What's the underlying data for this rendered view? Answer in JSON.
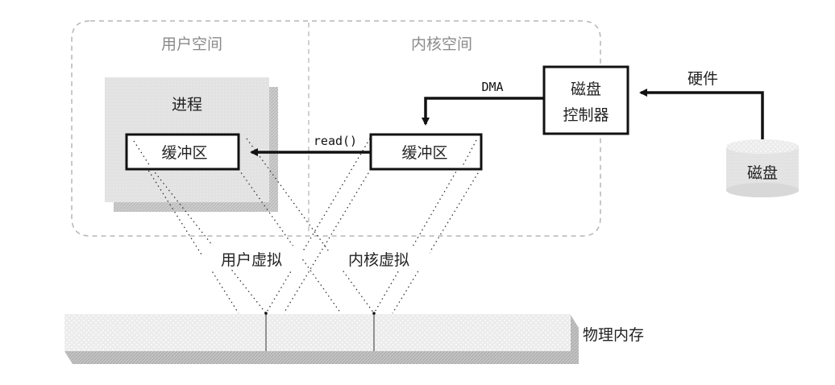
{
  "regions": {
    "user_space": "用户空间",
    "kernel_space": "内核空间"
  },
  "process": {
    "label": "进程",
    "buffer": "缓冲区"
  },
  "kernel": {
    "buffer": "缓冲区"
  },
  "controller": {
    "line1": "磁盘",
    "line2": "控制器"
  },
  "disk": {
    "label": "磁盘"
  },
  "arrows": {
    "read": "read()",
    "dma": "DMA",
    "hardware": "硬件"
  },
  "virtual_labels": {
    "user": "用户虚拟",
    "kernel": "内核虚拟"
  },
  "memory": {
    "label": "物理内存"
  }
}
